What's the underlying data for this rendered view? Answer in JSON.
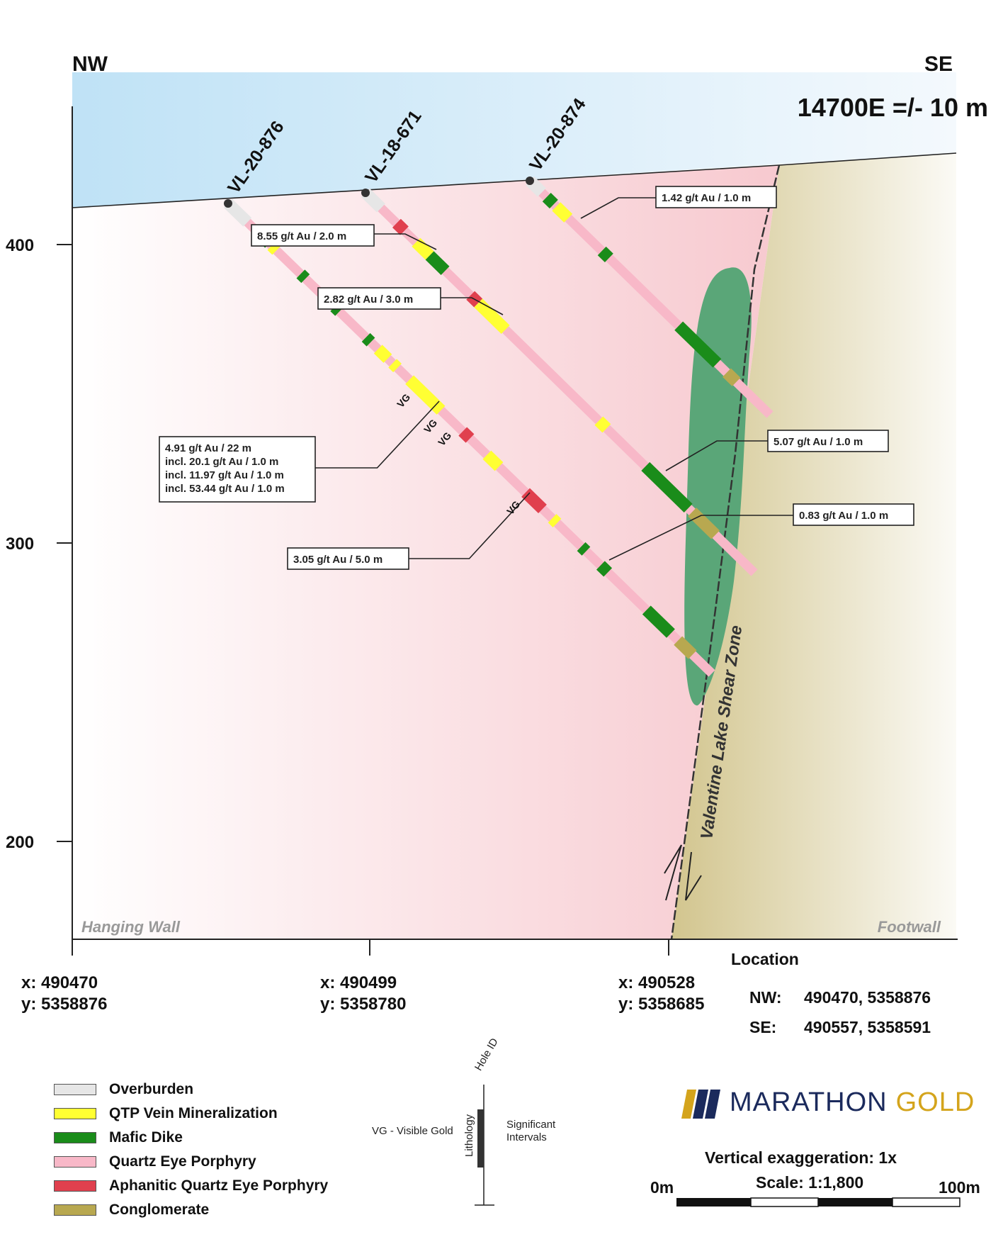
{
  "orientation": {
    "left": "NW",
    "right": "SE"
  },
  "section_title": "14700E =/- 10 m",
  "elevation_ticks": [
    {
      "label": "400",
      "value": 400
    },
    {
      "label": "300",
      "value": 300
    },
    {
      "label": "200",
      "value": 200
    }
  ],
  "holes": [
    {
      "id": "VL-20-876"
    },
    {
      "id": "VL-18-671"
    },
    {
      "id": "VL-20-874"
    }
  ],
  "intercepts": [
    {
      "lines": [
        "8.55 g/t Au / 2.0 m"
      ]
    },
    {
      "lines": [
        "2.82 g/t Au / 3.0 m"
      ]
    },
    {
      "lines": [
        "1.42 g/t Au / 1.0 m"
      ]
    },
    {
      "lines": [
        "4.91 g/t Au / 22 m",
        "incl. 20.1 g/t Au / 1.0 m",
        "incl. 11.97 g/t Au / 1.0 m",
        "incl. 53.44 g/t Au / 1.0 m"
      ]
    },
    {
      "lines": [
        "5.07 g/t Au / 1.0 m"
      ]
    },
    {
      "lines": [
        "0.83 g/t Au / 1.0 m"
      ]
    },
    {
      "lines": [
        "3.05 g/t Au / 5.0 m"
      ]
    }
  ],
  "vg_label": "VG",
  "shear_zone_label": "Valentine Lake Shear Zone",
  "hanging_wall_label": "Hanging Wall",
  "footwall_label": "Footwall",
  "x_ticks": [
    {
      "x": "x: 490470",
      "y": "y: 5358876"
    },
    {
      "x": "x: 490499",
      "y": "y: 5358780"
    },
    {
      "x": "x: 490528",
      "y": "y: 5358685"
    }
  ],
  "location": {
    "title": "Location",
    "nw_label": "NW:",
    "nw_value": "490470, 5358876",
    "se_label": "SE:",
    "se_value": "490557, 5358591"
  },
  "legend": [
    {
      "label": "Overburden",
      "color": "#e6e6e6"
    },
    {
      "label": "QTP Vein Mineralization",
      "color": "#ffff33"
    },
    {
      "label": "Mafic Dike",
      "color": "#1a8c1a"
    },
    {
      "label": "Quartz Eye Porphyry",
      "color": "#f8b8c8"
    },
    {
      "label": "Aphanitic Quartz Eye Porphyry",
      "color": "#e0404e"
    },
    {
      "label": "Conglomerate",
      "color": "#b8a850"
    }
  ],
  "key": {
    "hole_id": "Hole ID",
    "vg": "VG  - Visible Gold",
    "lithology": "Lithology",
    "significant": "Significant",
    "intervals": "Intervals"
  },
  "logo": {
    "left": "MARATHON",
    "right": "GOLD",
    "left_color": "#1b2a5c",
    "right_color": "#d4a41c"
  },
  "vertical_exaggeration": "Vertical exaggeration: 1x",
  "scale": "Scale: 1:1,800",
  "scale_start": "0m",
  "scale_end": "100m"
}
